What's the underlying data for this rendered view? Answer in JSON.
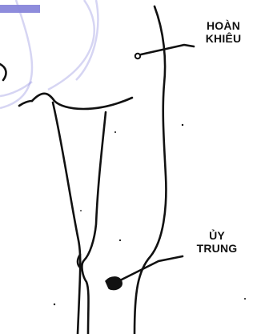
{
  "labels": {
    "hoan_khieu": {
      "line1": "HOÀN",
      "line2": "KHIÊU"
    },
    "uy_trung": {
      "line1": "ỦY",
      "line2": "TRUNG"
    }
  },
  "colors": {
    "ink": "#111111",
    "watermark": "#7a78d6",
    "background": "#ffffff"
  }
}
